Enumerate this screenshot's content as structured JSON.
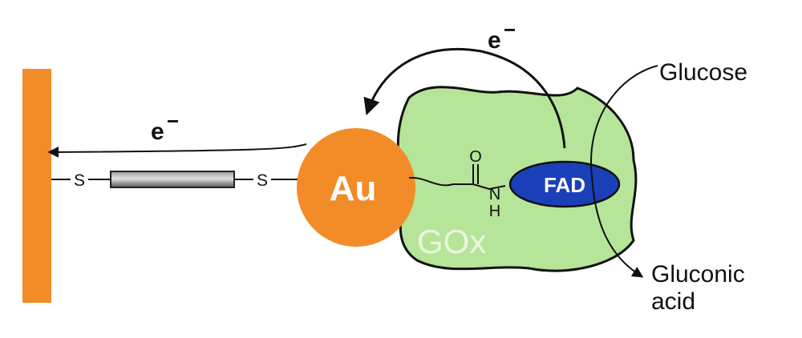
{
  "labels": {
    "electron_top": "e",
    "electron_left": "e",
    "superscript": "−",
    "sulfur_left": "S",
    "sulfur_right": "S",
    "gold": "Au",
    "enzyme": "GOx",
    "cofactor": "FAD",
    "carbonyl_o": "O",
    "amide_n": "N",
    "amide_h": "H",
    "substrate": "Glucose",
    "product_line1": "Gluconic",
    "product_line2": "acid"
  },
  "colors": {
    "electrode": "#f28c28",
    "gold_particle": "#f28c28",
    "enzyme_fill": "#b6e59a",
    "cofactor_fill": "#1a3fb8",
    "linker": "#5a5a5a",
    "ink": "#111111"
  }
}
